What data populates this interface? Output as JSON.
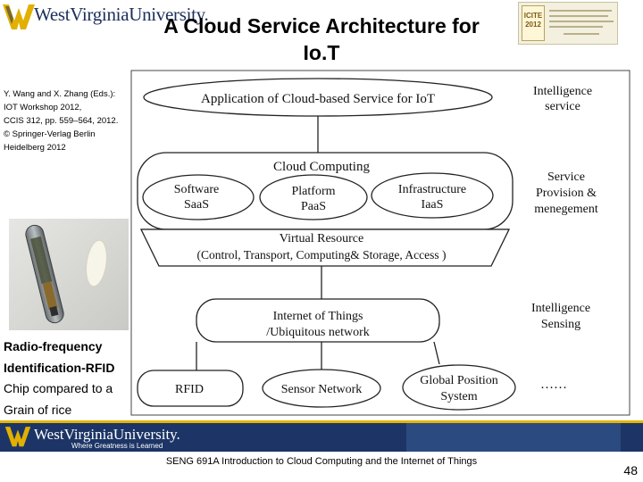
{
  "header": {
    "logo_text": "WestVirginiaUniversity.",
    "title_line1": "A Cloud Service Architecture for",
    "title_line2": "Io.T",
    "conference_logo_text": "ICITE 2012"
  },
  "citation": [
    "Y. Wang and X. Zhang (Eds.):",
    "IOT Workshop 2012,",
    "CCIS 312, pp. 559–564, 2012.",
    "© Springer-Verlag Berlin",
    "Heidelberg 2012"
  ],
  "caption": {
    "line1": "Radio-frequency",
    "line2": "Identification-RFID",
    "line3": "Chip compared to a",
    "line4": "Grain of rice"
  },
  "diagram": {
    "application": "Application of Cloud-based Service for IoT",
    "cloud_computing": "Cloud Computing",
    "software": [
      "Software",
      "SaaS"
    ],
    "platform": [
      "Platform",
      "PaaS"
    ],
    "infrastructure": [
      "Infrastructure",
      "IaaS"
    ],
    "virtual_resource": "Virtual Resource",
    "virtual_resource_detail": "(Control, Transport, Computing& Storage, Access )",
    "iot": [
      "Internet of Things",
      "/Ubiquitous network"
    ],
    "rfid": "RFID",
    "sensor_network": "Sensor Network",
    "gps": [
      "Global Position",
      "System"
    ],
    "ellipsis": "……",
    "intelligence_service": [
      "Intelligence",
      "service"
    ],
    "service_provision": [
      "Service",
      "Provision &",
      "menegement"
    ],
    "intelligence_sensing": [
      "Intelligence",
      "Sensing"
    ]
  },
  "footer": {
    "logo_text": "WestVirginiaUniversity.",
    "tagline": "Where Greatness is Learned",
    "course_text": "SENG 691A Introduction to Cloud Computing and the Internet of Things",
    "page_number": "48"
  }
}
